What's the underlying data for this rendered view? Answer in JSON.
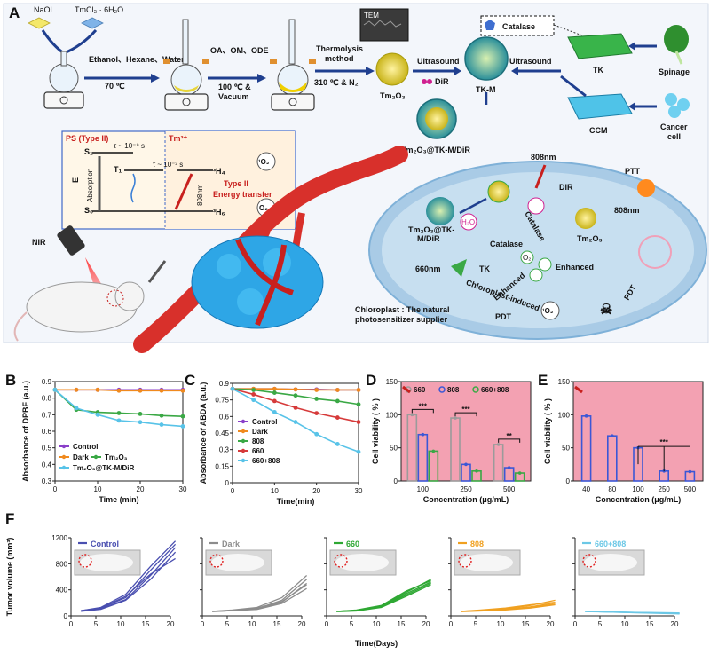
{
  "figure": {
    "panel_labels": [
      "A",
      "B",
      "C",
      "D",
      "E",
      "F"
    ]
  },
  "panel_a": {
    "reagent_1": "NaOL",
    "reagent_2": "TmCl₃ · 6H₂O",
    "step1_solvents": "Ethanol、Hexane、Water",
    "step1_temp": "70 ℃",
    "step2_reagents": "OA、OM、ODE",
    "step2_cond1": "100 ℃ &",
    "step2_cond2": "Vacuum",
    "step3_label1": "Thermolysis",
    "step3_label2": "method",
    "step3_cond": "310 ℃ & N₂",
    "tem_label": "TEM",
    "product_tm2o3": "Tm₂O₃",
    "ultrasound_1": "Ultrasound",
    "ultrasound_2": "Ultrasound",
    "dir_label": "DiR",
    "tkm_label": "TK-M",
    "catalase_label": "Catalase",
    "tk_label": "TK",
    "spinage_label": "Spinage",
    "ccm_label": "CCM",
    "cancer_cell_1": "Cancer",
    "cancer_cell_2": "cell",
    "final_product": "Tm₂O₃@TK-M/DiR",
    "jab_ps": "PS (Type II)",
    "jab_tm": "Tm³⁺",
    "jab_s1": "S₁",
    "jab_t1": "T₁",
    "jab_s0": "S₀",
    "jab_tau1": "τ ~ 10⁻⁹ s",
    "jab_tau2": "τ ~ 10⁻³ s",
    "jab_h4": "³H₄",
    "jab_h6": "³H₆",
    "jab_e": "E",
    "jab_absorption": "Absorption",
    "jab_808": "808nm",
    "jab_1o2": "¹O₂",
    "jab_o2": "O₂",
    "jab_type2": "Type II",
    "jab_energy": "Energy transfer",
    "nir_label": "NIR",
    "cell_808": "808nm",
    "cell_ptt": "PTT",
    "cell_dir": "DiR",
    "cell_808b": "808nm",
    "cell_tm2o3": "Tm₂O₃",
    "cell_particle_1": "Tm₂O₃@TK-",
    "cell_particle_2": "M/DiR",
    "cell_catalase_1": "Catalase",
    "cell_catalase_2": "Catalase",
    "cell_h2o2": "H₂O₂",
    "cell_o2": "O₂",
    "cell_enhanced_1": "Enhanced",
    "cell_enhanced_2": "Enhanced",
    "cell_660": "660nm",
    "cell_tk": "TK",
    "cell_pdt": "PDT",
    "cell_cipdt_1": "Chloroplast-induced",
    "cell_cipdt_2": "PDT",
    "cell_1o2": "¹O₂",
    "cell_chloro_1": "Chloroplast : The natural",
    "cell_chloro_2": "photosensitizer supplier"
  },
  "colors": {
    "dark_blue": "#1f3f8f",
    "red": "#c8201e",
    "pink_bg": "#f3a1b2",
    "cell_blue": "#a9cbe6",
    "tumor_blue": "#2ea6e6"
  },
  "chart_data": [
    {
      "id": "B",
      "type": "line",
      "ylabel": "Absorbance of DPBF (a.u.)",
      "xlabel": "Time (min)",
      "xlim": [
        0,
        30
      ],
      "ylim": [
        0.3,
        0.9
      ],
      "xticks": [
        0,
        10,
        20,
        30
      ],
      "yticks": [
        0.3,
        0.4,
        0.5,
        0.6,
        0.7,
        0.8,
        0.9
      ],
      "x": [
        0,
        5,
        10,
        15,
        20,
        25,
        30
      ],
      "series": [
        {
          "name": "Control",
          "color": "#8a3fc9",
          "values": [
            0.85,
            0.85,
            0.85,
            0.85,
            0.85,
            0.85,
            0.85
          ]
        },
        {
          "name": "Dark",
          "color": "#f08a1e",
          "values": [
            0.85,
            0.85,
            0.85,
            0.845,
            0.845,
            0.845,
            0.845
          ]
        },
        {
          "name": "Tm₂O₃",
          "color": "#3aa845",
          "values": [
            0.85,
            0.73,
            0.715,
            0.71,
            0.705,
            0.695,
            0.69
          ]
        },
        {
          "name": "Tm₂O₃@TK-M/DiR",
          "color": "#58c3e8",
          "values": [
            0.85,
            0.74,
            0.7,
            0.665,
            0.655,
            0.64,
            0.63
          ]
        }
      ]
    },
    {
      "id": "C",
      "type": "line",
      "ylabel": "Absorbance of ABDA (a.u.)",
      "xlabel": "Time(min)",
      "xlim": [
        0,
        30
      ],
      "ylim": [
        0.0,
        0.9
      ],
      "xticks": [
        0,
        10,
        20,
        30
      ],
      "yticks": [
        0.0,
        0.15,
        0.3,
        0.45,
        0.6,
        0.75,
        0.9
      ],
      "x": [
        0,
        5,
        10,
        15,
        20,
        25,
        30
      ],
      "series": [
        {
          "name": "Control",
          "color": "#8a3fc9",
          "values": [
            0.85,
            0.85,
            0.85,
            0.845,
            0.845,
            0.84,
            0.84
          ]
        },
        {
          "name": "Dark",
          "color": "#f08a1e",
          "values": [
            0.85,
            0.85,
            0.85,
            0.845,
            0.84,
            0.84,
            0.84
          ]
        },
        {
          "name": "808",
          "color": "#3aa845",
          "values": [
            0.85,
            0.84,
            0.815,
            0.79,
            0.76,
            0.74,
            0.71
          ]
        },
        {
          "name": "660",
          "color": "#d63a3a",
          "values": [
            0.85,
            0.8,
            0.74,
            0.68,
            0.63,
            0.59,
            0.55
          ]
        },
        {
          "name": "660+808",
          "color": "#58c3e8",
          "values": [
            0.85,
            0.75,
            0.64,
            0.55,
            0.44,
            0.35,
            0.28
          ]
        }
      ]
    },
    {
      "id": "D",
      "type": "bar",
      "ylabel": "Cell viability ( % )",
      "xlabel": "Concentration (μg/mL)",
      "categories": [
        "100",
        "250",
        "500"
      ],
      "ylim": [
        0,
        150
      ],
      "yticks": [
        0,
        50,
        100,
        150
      ],
      "series": [
        {
          "name": "660",
          "color": "#9b9b9b",
          "values": [
            100,
            95,
            55
          ]
        },
        {
          "name": "808",
          "color": "#3b57d6",
          "values": [
            70,
            25,
            20
          ]
        },
        {
          "name": "660+808",
          "color": "#3aa845",
          "values": [
            45,
            15,
            12
          ]
        }
      ],
      "significance": [
        "***",
        "***",
        "**"
      ]
    },
    {
      "id": "E",
      "type": "bar",
      "ylabel": "Cell viability ( % )",
      "xlabel": "Concentration (μg/mL)",
      "categories": [
        "40",
        "80",
        "100",
        "250",
        "500"
      ],
      "ylim": [
        0,
        150
      ],
      "yticks": [
        0,
        50,
        100,
        150
      ],
      "series": [
        {
          "name": "",
          "color": "#3b57d6",
          "values": [
            98,
            68,
            50,
            15,
            14
          ]
        }
      ],
      "significance": [
        "***"
      ]
    },
    {
      "id": "F",
      "type": "line",
      "ylabel": "Tumor volume (mm³)",
      "xlabel": "Time(Days)",
      "xlim": [
        0,
        20
      ],
      "ylim": [
        0,
        1200
      ],
      "xticks": [
        0,
        5,
        10,
        15,
        20
      ],
      "yticks": [
        0,
        400,
        800,
        1200
      ],
      "subplots": [
        {
          "name": "Control",
          "color": "#4a4fb0",
          "lines": [
            [
              80,
              120,
              280,
              700,
              1100
            ],
            [
              80,
              110,
              250,
              620,
              1050
            ],
            [
              70,
              100,
              240,
              560,
              980
            ],
            [
              80,
              130,
              330,
              760,
              1150
            ],
            [
              75,
              120,
              300,
              640,
              880
            ]
          ]
        },
        {
          "name": "Dark",
          "color": "#8c8c8c",
          "lines": [
            [
              70,
              80,
              110,
              240,
              560
            ],
            [
              70,
              85,
              120,
              220,
              480
            ],
            [
              65,
              80,
              100,
              190,
              420
            ],
            [
              70,
              90,
              130,
              280,
              620
            ],
            [
              70,
              80,
              105,
              210,
              500
            ]
          ]
        },
        {
          "name": "660",
          "color": "#2ea833",
          "lines": [
            [
              70,
              80,
              140,
              340,
              520
            ],
            [
              70,
              85,
              150,
              360,
              560
            ],
            [
              65,
              75,
              130,
              300,
              480
            ],
            [
              70,
              90,
              160,
              380,
              540
            ],
            [
              70,
              80,
              140,
              320,
              500
            ]
          ]
        },
        {
          "name": "808",
          "color": "#f0a020",
          "lines": [
            [
              70,
              80,
              100,
              140,
              200
            ],
            [
              70,
              85,
              110,
              160,
              240
            ],
            [
              65,
              75,
              90,
              120,
              170
            ],
            [
              70,
              80,
              100,
              130,
              180
            ],
            [
              70,
              90,
              120,
              170,
              210
            ]
          ]
        },
        {
          "name": "660+808",
          "color": "#6cc8e6",
          "lines": [
            [
              70,
              60,
              50,
              40,
              30
            ],
            [
              70,
              65,
              55,
              45,
              35
            ],
            [
              65,
              60,
              50,
              45,
              40
            ],
            [
              70,
              60,
              55,
              50,
              45
            ],
            [
              70,
              65,
              55,
              45,
              38
            ]
          ]
        }
      ]
    }
  ]
}
